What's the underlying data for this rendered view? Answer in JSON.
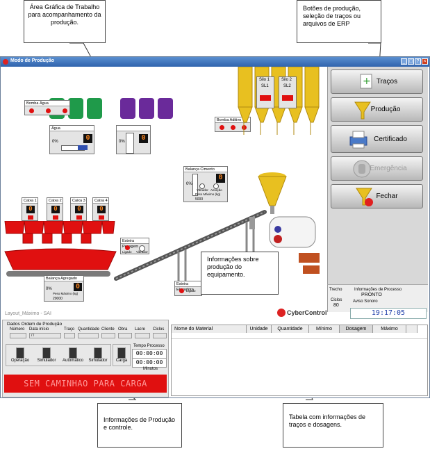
{
  "callouts": {
    "area": "Área Gráfica de Trabalho para acompanhamento da produção.",
    "buttons": "Botões de produção, seleção de traços ou arquivos de ERP",
    "info": "Informações sobre produção do equipamento.",
    "production": "Informações de Produção e controle.",
    "table": "Tabela com informações de traços e dosagens."
  },
  "window": {
    "title": "Modo de Produção",
    "min": "_",
    "max": "□",
    "help": "?",
    "close": "×"
  },
  "panel": {
    "buttons": [
      {
        "label": "Traços",
        "icon": "add-document-icon",
        "enabled": true
      },
      {
        "label": "Produção",
        "icon": "funnel-icon",
        "enabled": true
      },
      {
        "label": "Certificado",
        "icon": "printer-icon",
        "enabled": true
      },
      {
        "label": "Emergência",
        "icon": "hand-stop-icon",
        "enabled": false
      },
      {
        "label": "Fechar",
        "icon": "funnel-close-icon",
        "enabled": true
      }
    ]
  },
  "plant": {
    "silo1": {
      "name": "Silo 1",
      "code": "SL1"
    },
    "silo2": {
      "name": "Silo 2",
      "code": "SL2"
    },
    "bomba_agua": "Bomba Água",
    "bomba_aditivo": "Bomba Aditivo",
    "agua": {
      "label": "Água",
      "value": "0",
      "pct": "0%"
    },
    "aditivo": {
      "value": "0",
      "pct": "0%"
    },
    "balanca_cimento": {
      "label": "Balança Cimento",
      "value": "0",
      "pct": "0%",
      "vibrador": "Vibrador",
      "aeracao": "Aeração",
      "peso_label": "Peso Máximo (kg)",
      "peso": "5000"
    },
    "caixas": [
      "Caixa 1",
      "Caixa 2",
      "Caixa 3",
      "Caixa 4"
    ],
    "caixa_value": "0",
    "balanca_agregado": {
      "label": "Balança Agregado",
      "value": "0",
      "pct": "0%",
      "peso_label": "Peso Máximo (kg)",
      "peso": "20000"
    },
    "esteira_pesagem": {
      "label": "Esteira Pesagem",
      "ligado": "Ligado",
      "vibrador": "Vibrador"
    },
    "esteira_elevadora": {
      "label": "Esteira Elevadora",
      "ligado": "Ligado"
    },
    "layout_name": "Layout_Máximo - SAI",
    "brand": "CyberControl"
  },
  "status": {
    "trecho": "Trecho",
    "info_label": "Informações de Processo",
    "info_value": "PRONTO",
    "ciclos_label": "Ciclos",
    "ciclos_value": "80",
    "aviso": "Aviso Sonoro",
    "clock": "19:17:05"
  },
  "order": {
    "title": "Dados Ordem de Produção",
    "headers": [
      "Número",
      "Data início",
      "Traço",
      "Quantidade",
      "Cliente",
      "Obra",
      "Lacre",
      "Ciclos"
    ],
    "date_value": "/ /"
  },
  "controls": {
    "tools": [
      "Operação",
      "Simulador",
      "Automático",
      "Simulador"
    ],
    "carga": "Carga",
    "tempo_label": "Tempo Processo",
    "tempo1": "00:00:00",
    "tempo2": "00:00:00",
    "minutos": "Minutos"
  },
  "banner": "SEM CAMINHAO PARA CARGA",
  "table": {
    "headers": [
      "Nome do Material",
      "Unidade",
      "Quantidade",
      "Mínimo",
      "Dosagem",
      "Máximo"
    ]
  }
}
